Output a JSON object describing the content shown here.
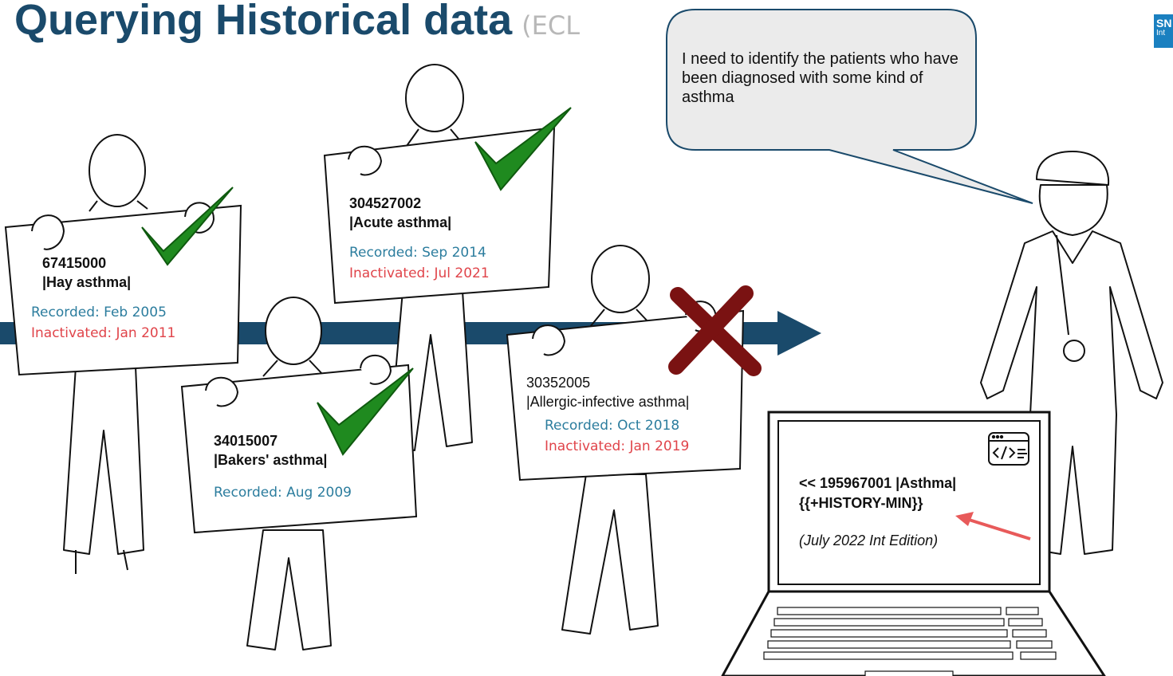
{
  "slide": {
    "title": "Querying Historical data",
    "subtitle": "(ECL",
    "brand": {
      "text": "SN",
      "sub": "Int"
    }
  },
  "speech_bubble": {
    "text": "I need to identify the patients who have been diagnosed with some kind of asthma"
  },
  "cards": [
    {
      "code": "67415000",
      "name": "|Hay asthma|",
      "recorded": "Recorded: Feb 2005",
      "inactivated": "Inactivated: Jan 2011",
      "mark": "check"
    },
    {
      "code": "304527002",
      "name": "|Acute asthma|",
      "recorded": "Recorded: Sep 2014",
      "inactivated": "Inactivated: Jul 2021",
      "mark": "check"
    },
    {
      "code": "34015007",
      "name": "|Bakers' asthma|",
      "recorded": "Recorded: Aug 2009",
      "mark": "check"
    },
    {
      "code": "30352005",
      "name": "|Allergic-infective asthma|",
      "recorded": "Recorded: Oct 2018",
      "inactivated": "Inactivated: Jan 2019",
      "mark": "cross"
    }
  ],
  "laptop": {
    "query_line1": "<< 195967001 |Asthma|",
    "query_line2": "{{+HISTORY-MIN}}",
    "edition": "(July 2022 Int Edition)",
    "icon": "code-window-icon"
  },
  "colors": {
    "title": "#1a4a6b",
    "timeline": "#1a4a6b",
    "recorded": "#2c7d9e",
    "inactivated": "#e0444a",
    "check": "#1f8a1f",
    "cross": "#7a1212",
    "pointer_arrow": "#e85a5a",
    "bubble_fill": "#ebebeb"
  }
}
